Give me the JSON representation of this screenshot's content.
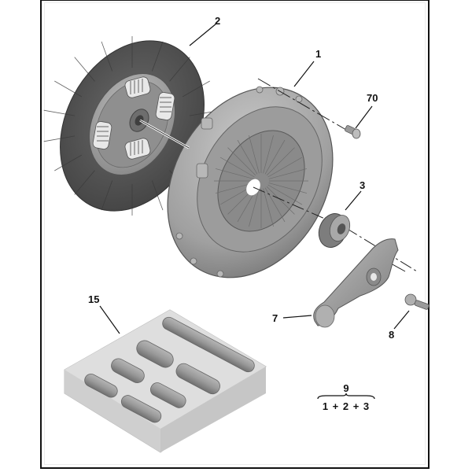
{
  "diagram": {
    "type": "exploded-parts-view",
    "subject": "clutch assembly",
    "parts": [
      {
        "id": "1",
        "label": "1",
        "part": "pressure-plate"
      },
      {
        "id": "2",
        "label": "2",
        "part": "clutch-disc"
      },
      {
        "id": "3",
        "label": "3",
        "part": "release-bearing"
      },
      {
        "id": "7",
        "label": "7",
        "part": "release-fork"
      },
      {
        "id": "8",
        "label": "8",
        "part": "pivot-ball-stud"
      },
      {
        "id": "15",
        "label": "15",
        "part": "tool-kit-box"
      },
      {
        "id": "70",
        "label": "70",
        "part": "bolt"
      }
    ],
    "kit": {
      "label": "9",
      "composition": "1 + 2 + 3"
    }
  },
  "colors": {
    "frame": "#111111",
    "disc_lining": "#5a5a5a",
    "metal": "#a8a8a8",
    "metal_dark": "#7d7d7d",
    "box": "#d9d9d9",
    "text": "#111111"
  }
}
